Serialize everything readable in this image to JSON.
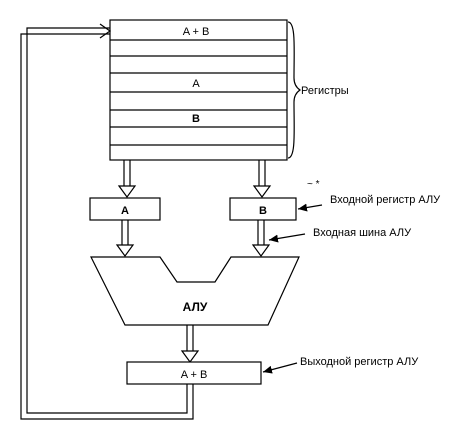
{
  "registers": {
    "rows": [
      "A + B",
      "",
      "",
      "A",
      "",
      "B",
      "",
      ""
    ],
    "label": "Регистры"
  },
  "alu_input_a": "A",
  "alu_input_b": "B",
  "alu_input_register_label": "Входной  регистр АЛУ",
  "alu_input_bus_label": "Входная шина АЛУ",
  "alu_label": "АЛУ",
  "alu_output_value": "A + B",
  "alu_output_register_label": "Выходной регистр АЛУ"
}
